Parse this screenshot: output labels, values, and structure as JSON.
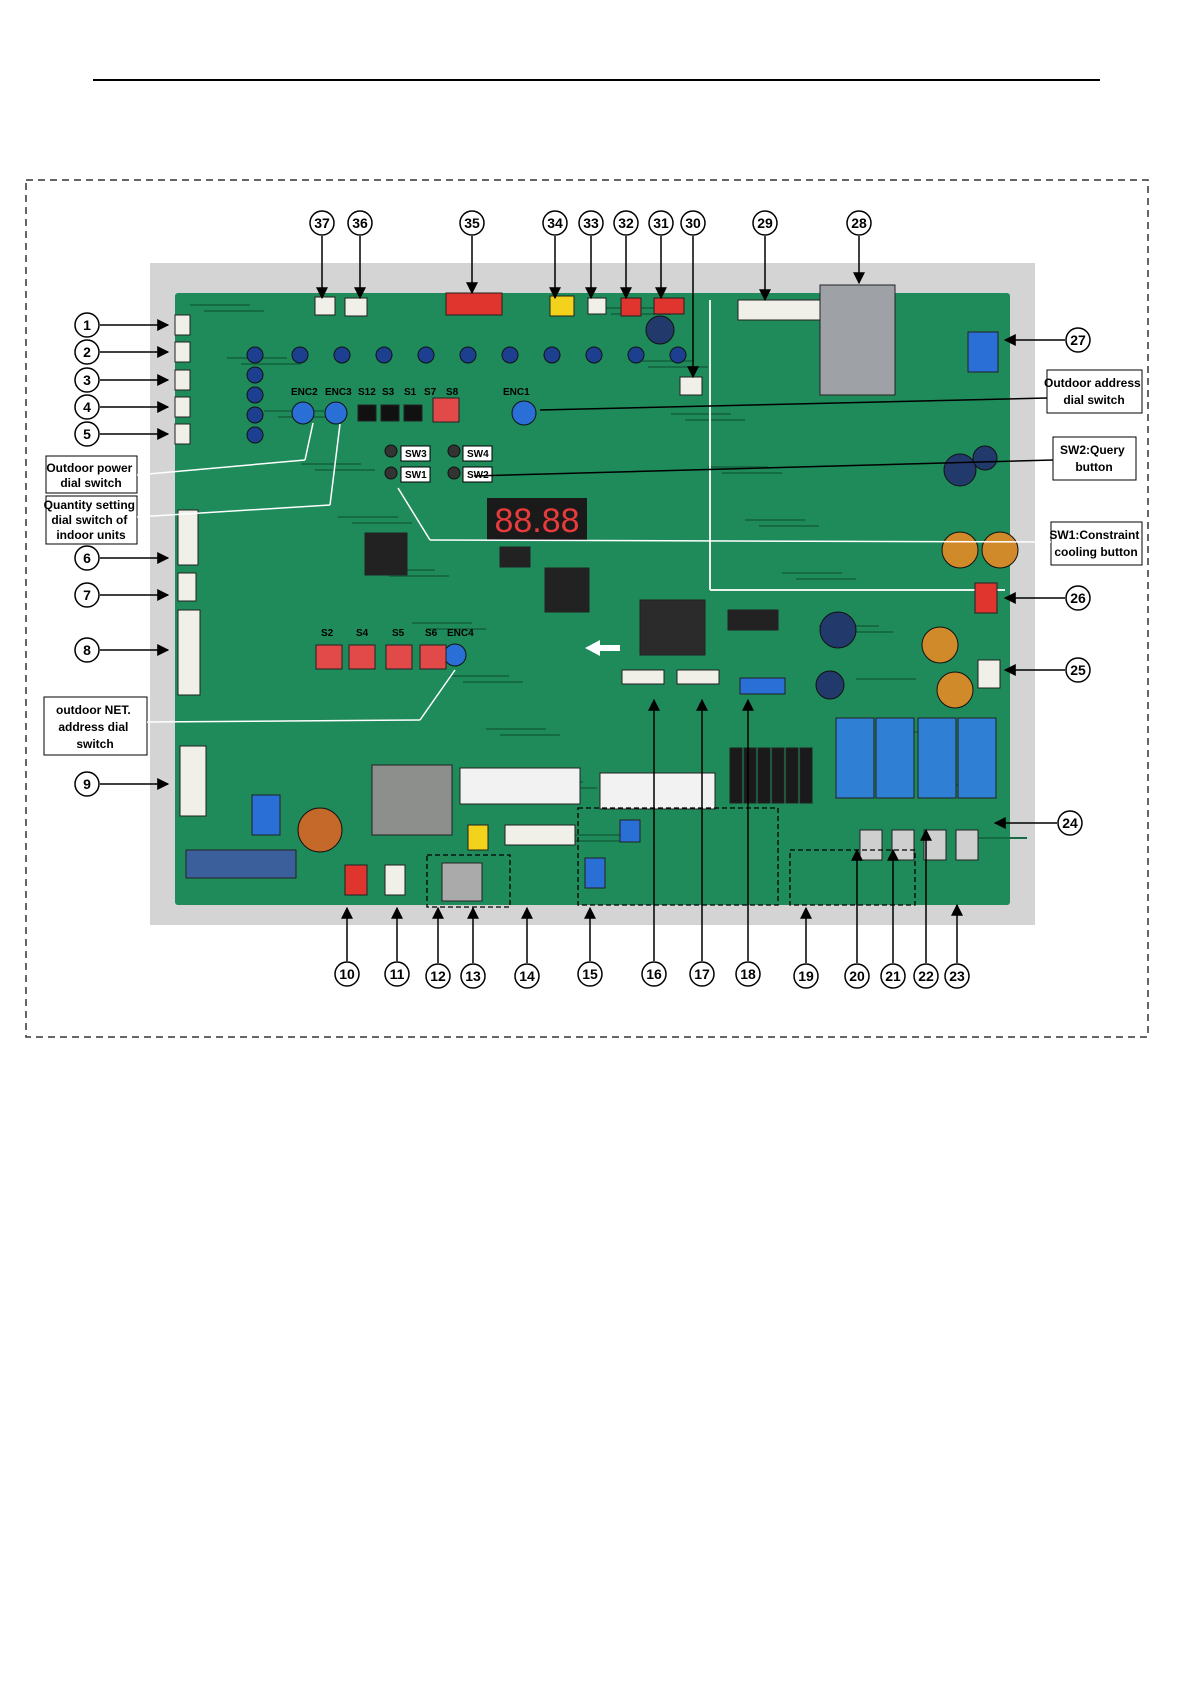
{
  "callout_numbers": [
    "1",
    "2",
    "3",
    "4",
    "5",
    "6",
    "7",
    "8",
    "9",
    "10",
    "11",
    "12",
    "13",
    "14",
    "15",
    "16",
    "17",
    "18",
    "19",
    "20",
    "21",
    "22",
    "23",
    "24",
    "25",
    "26",
    "27",
    "28",
    "29",
    "30",
    "31",
    "32",
    "33",
    "34",
    "35",
    "36",
    "37"
  ],
  "labels": {
    "outdoor_power_dial": [
      "Outdoor power",
      "dial switch"
    ],
    "quantity_setting": [
      "Quantity setting",
      "dial switch of",
      "indoor units"
    ],
    "outdoor_net": [
      "outdoor NET.",
      "address dial",
      "switch"
    ],
    "outdoor_address_dial": [
      "Outdoor address",
      "dial switch"
    ],
    "sw2_query": [
      "SW2:Query",
      "button"
    ],
    "sw1_constraint": [
      "SW1:Constraint",
      "cooling button"
    ]
  },
  "board_marks": {
    "enc2": "ENC2",
    "enc3": "ENC3",
    "s12": "S12",
    "s3": "S3",
    "s1": "S1",
    "s7": "S7",
    "s8": "S8",
    "enc1": "ENC1",
    "sw3": "SW3",
    "sw4": "SW4",
    "sw1": "SW1",
    "sw2": "SW2",
    "s2": "S2",
    "s4": "S4",
    "s5": "S5",
    "s6": "S6",
    "enc4": "ENC4",
    "display": "88.88"
  },
  "colors": {
    "pcb": "#1f8a5a",
    "pcb_dark": "#146b44",
    "connector_white": "#f0efe8",
    "connector_red": "#e0342f",
    "connector_yellow": "#f2d21b",
    "connector_blue": "#2a6fd6",
    "relay_blue": "#2f7fd4",
    "dip_red": "#e24a4a"
  }
}
